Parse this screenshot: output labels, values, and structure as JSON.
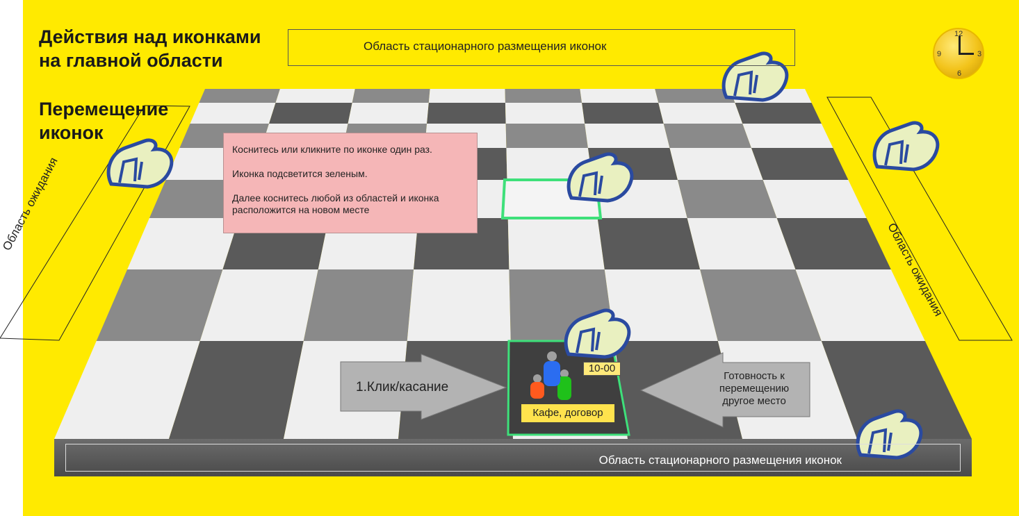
{
  "title": "Действия над иконками\nна главной области",
  "subtitle": "Перемещение\nиконок",
  "top_zone_label": "Область стационарного размещения иконок",
  "bottom_zone_label": "Область стационарного размещения иконок",
  "waiting_left_label": "Область ожидания",
  "waiting_right_label": "Область ожидания",
  "instructions": [
    "Коснитесь или кликните по иконке один раз.",
    "Иконка подсветится зеленым.",
    "Далее коснитесь любой из областей и иконка расположится на новом месте"
  ],
  "arrow_left_label": "1.Клик/касание",
  "arrow_right_label": "Готовность к\nперемещению\nдругое место",
  "icon_time": "10-00",
  "icon_caption": "Кафе, договор",
  "clock": {
    "n12": "12",
    "n3": "3",
    "n6": "6",
    "n9": "9"
  },
  "colors": {
    "background": "#ffea00",
    "highlight": "#3ee07a",
    "info_box": "#f5b6b7"
  },
  "icons": [
    "hand-pointer-icon",
    "people-group-icon",
    "clock-icon"
  ]
}
